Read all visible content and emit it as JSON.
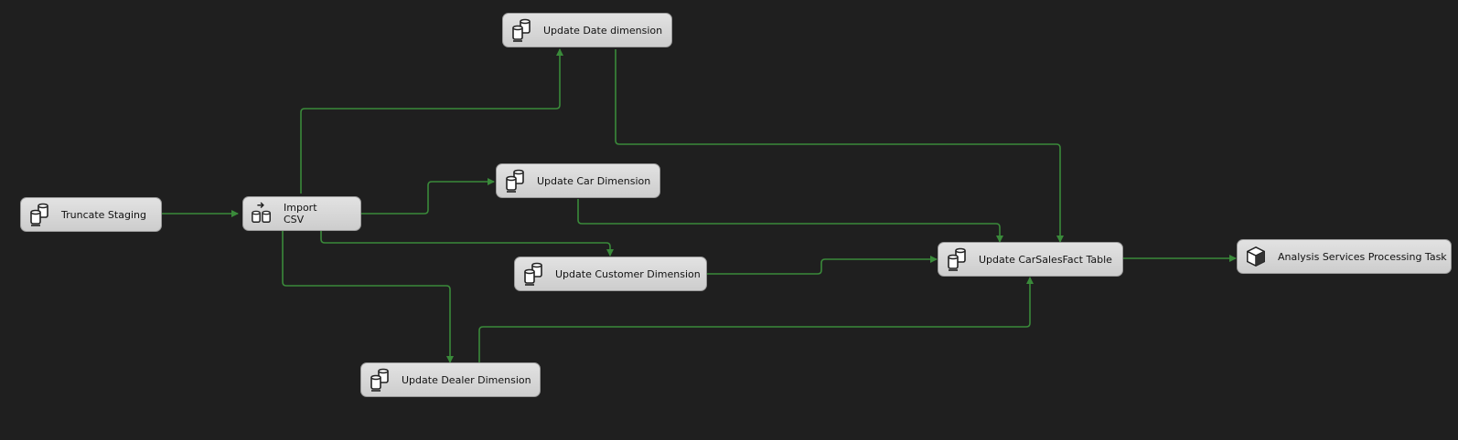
{
  "tasks": {
    "truncate_staging": {
      "label": "Truncate Staging",
      "icon": "sql-task-icon"
    },
    "import_csv": {
      "label": "Import\nCSV",
      "icon": "data-flow-task-icon"
    },
    "update_date": {
      "label": "Update Date dimension",
      "icon": "sql-task-icon"
    },
    "update_car": {
      "label": "Update Car Dimension",
      "icon": "sql-task-icon"
    },
    "update_customer": {
      "label": "Update Customer Dimension",
      "icon": "sql-task-icon"
    },
    "update_dealer": {
      "label": "Update Dealer Dimension",
      "icon": "sql-task-icon"
    },
    "update_fact": {
      "label": "Update CarSalesFact Table",
      "icon": "sql-task-icon"
    },
    "analysis_services": {
      "label": "Analysis Services Processing Task",
      "icon": "analysis-services-icon"
    }
  },
  "colors": {
    "canvas": "#1f1f1f",
    "connector": "#3a8a3a",
    "task_fill": "#d6d6d6"
  }
}
